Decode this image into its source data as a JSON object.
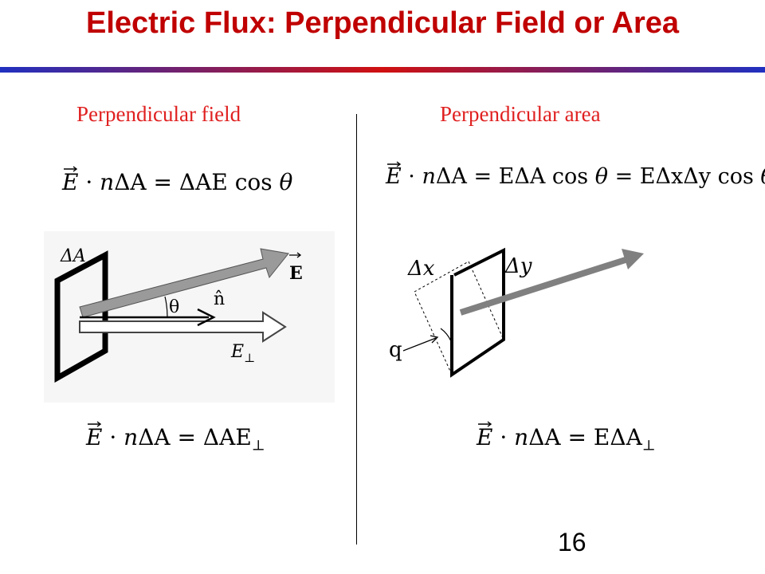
{
  "title": "Electric Flux: Perpendicular Field or Area",
  "left": {
    "heading": "Perpendicular field",
    "eq_top": {
      "a": "E",
      "b": " · ",
      "c": "n",
      "d": "ΔA = ΔAE cos ",
      "e": "θ"
    },
    "eq_bottom": {
      "a": "E",
      "b": " · ",
      "c": "n",
      "d": "ΔA = ΔAE",
      "sub": "⊥"
    },
    "figure": {
      "area_label": "ΔA",
      "field_label": "E",
      "normal_label": "n̂",
      "angle_label": "θ",
      "perp_label": "E",
      "perp_sub": "⊥"
    }
  },
  "right": {
    "heading": "Perpendicular area",
    "eq_top": {
      "a": "E",
      "b": " · ",
      "c": "n",
      "d": "ΔA = EΔA cos ",
      "e": "θ",
      "f": " = EΔxΔy cos ",
      "g": "θ"
    },
    "eq_bottom": {
      "a": "E",
      "b": " · ",
      "c": "n",
      "d": "ΔA = EΔA",
      "sub": "⊥"
    },
    "figure": {
      "dx_label": "Δx",
      "dy_label": "Δy",
      "angle_label": "q"
    }
  },
  "page_number": "16",
  "colors": {
    "title": "#c00000",
    "heading": "#e02020",
    "rule_red": "#d01010",
    "rule_blue": "#2030c0"
  }
}
